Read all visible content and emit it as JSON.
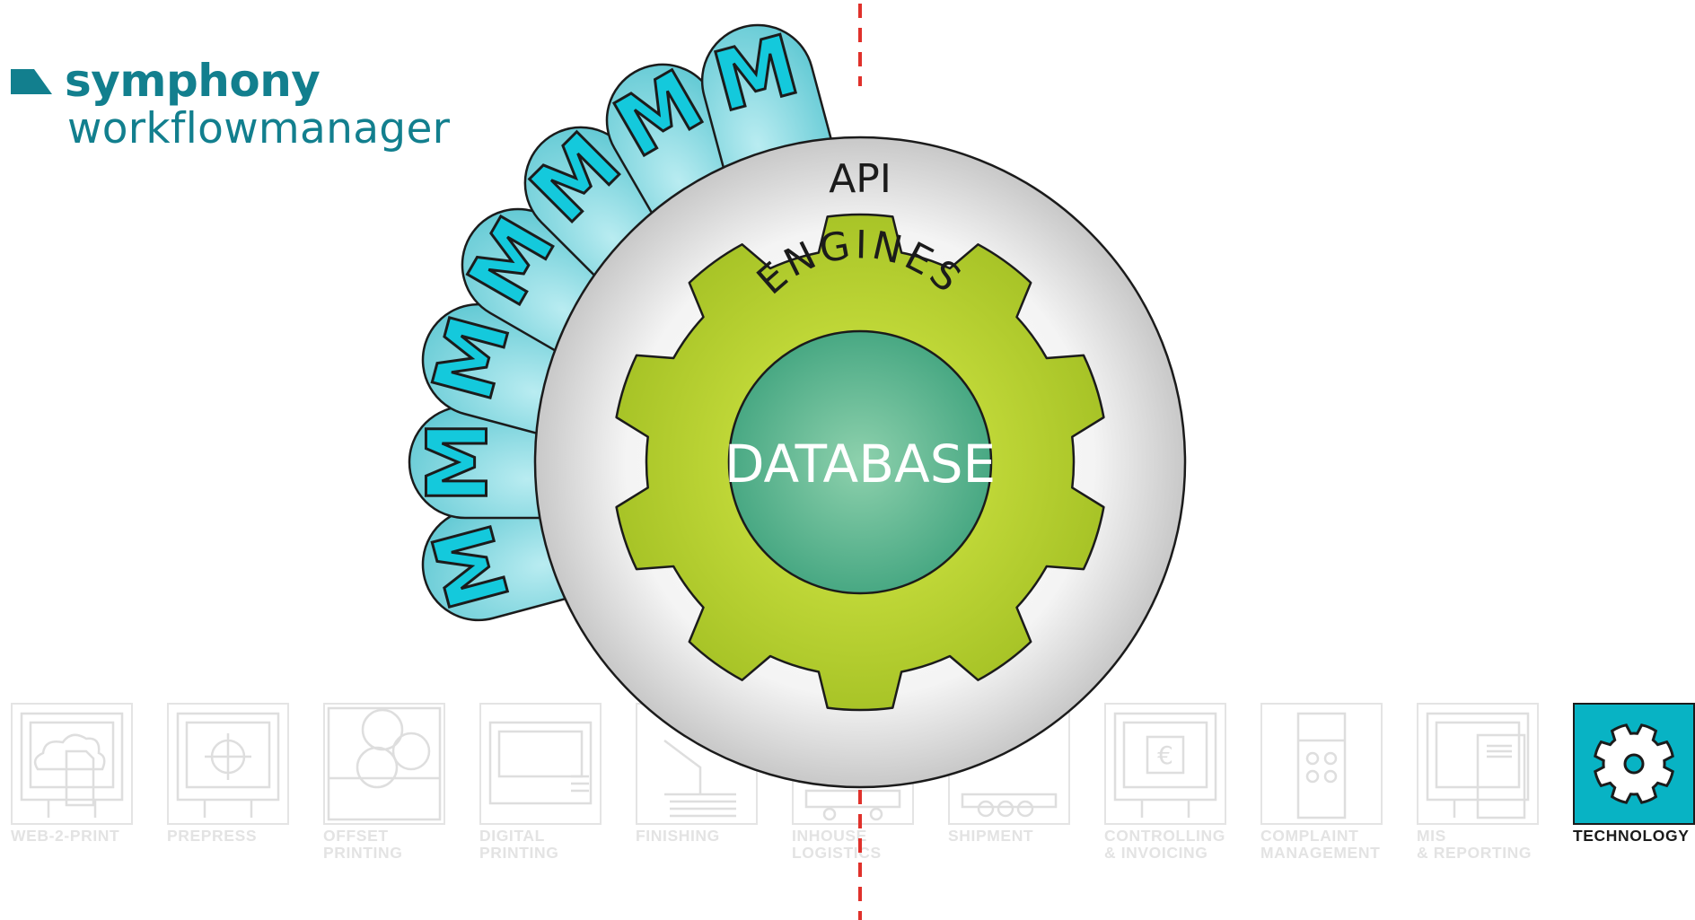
{
  "brand": {
    "title": "symphony",
    "subtitle": "workflowmanager",
    "color": "#127f8e"
  },
  "diagram": {
    "api_label": "API",
    "engines_label": "ENGINES",
    "database_label": "DATABASE",
    "module_glyph": "M",
    "module_count": 7,
    "colors": {
      "api_ring": "#d2d2d2",
      "engines_gear": "#bcd32e",
      "database": "#55b28b",
      "module": "#7dd3dc",
      "module_glyph": "#14c9dc",
      "divider": "#e0312b"
    }
  },
  "modules_bar": {
    "items": [
      {
        "line1": "WEB-2-PRINT",
        "line2": "",
        "icon": "cloud-document-icon",
        "active": false
      },
      {
        "line1": "PREPRESS",
        "line2": "",
        "icon": "crosshair-icon",
        "active": false
      },
      {
        "line1": "OFFSET",
        "line2": "PRINTING",
        "icon": "rollers-icon",
        "active": false
      },
      {
        "line1": "DIGITAL",
        "line2": "PRINTING",
        "icon": "digital-printer-icon",
        "active": false
      },
      {
        "line1": "FINISHING",
        "line2": "",
        "icon": "paper-stack-icon",
        "active": false
      },
      {
        "line1": "INHOUSE",
        "line2": "LOGISTICS",
        "icon": "cart-icon",
        "active": false
      },
      {
        "line1": "SHIPMENT",
        "line2": "",
        "icon": "truck-icon",
        "active": false
      },
      {
        "line1": "CONTROLLING",
        "line2": "& INVOICING",
        "icon": "euro-icon",
        "active": false
      },
      {
        "line1": "COMPLAINT",
        "line2": "MANAGEMENT",
        "icon": "phone-keypad-icon",
        "active": false
      },
      {
        "line1": "MIS",
        "line2": "& REPORTING",
        "icon": "report-icon",
        "active": false
      },
      {
        "line1": "TECHNOLOGY",
        "line2": "",
        "icon": "gear-icon",
        "active": true
      }
    ],
    "active_color": "#08b3c4",
    "inactive_color": "#e3e3e3"
  }
}
